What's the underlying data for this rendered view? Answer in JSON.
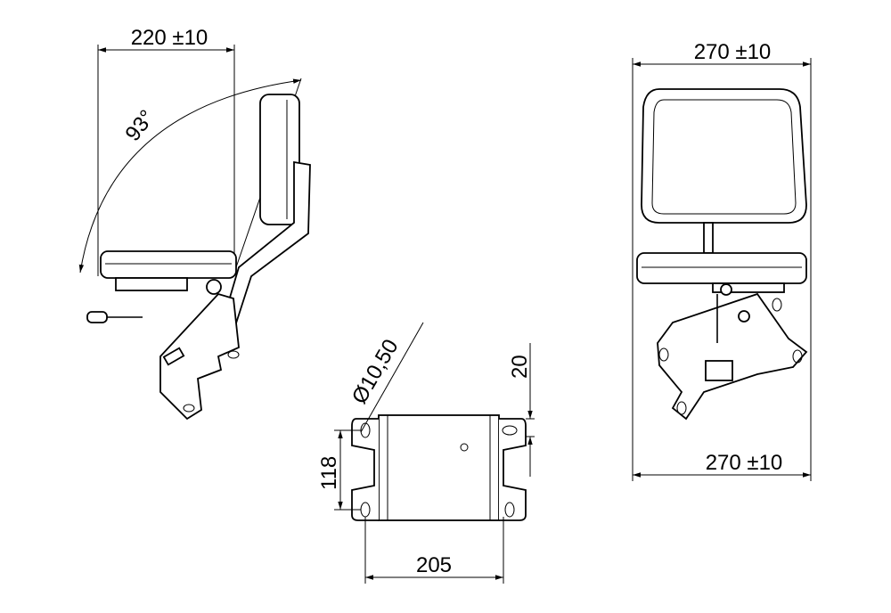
{
  "side_view": {
    "width_dimension": "220 ±10",
    "angle_dimension": "93°"
  },
  "base_plate_view": {
    "hole_diameter": "Ø10,50",
    "edge_offset": "20",
    "hole_spacing_vertical": "118",
    "hole_spacing_horizontal": "205"
  },
  "front_view": {
    "backrest_width": "270 ±10",
    "seat_width": "270 ±10"
  },
  "colors": {
    "line": "#000000",
    "background": "#ffffff"
  }
}
